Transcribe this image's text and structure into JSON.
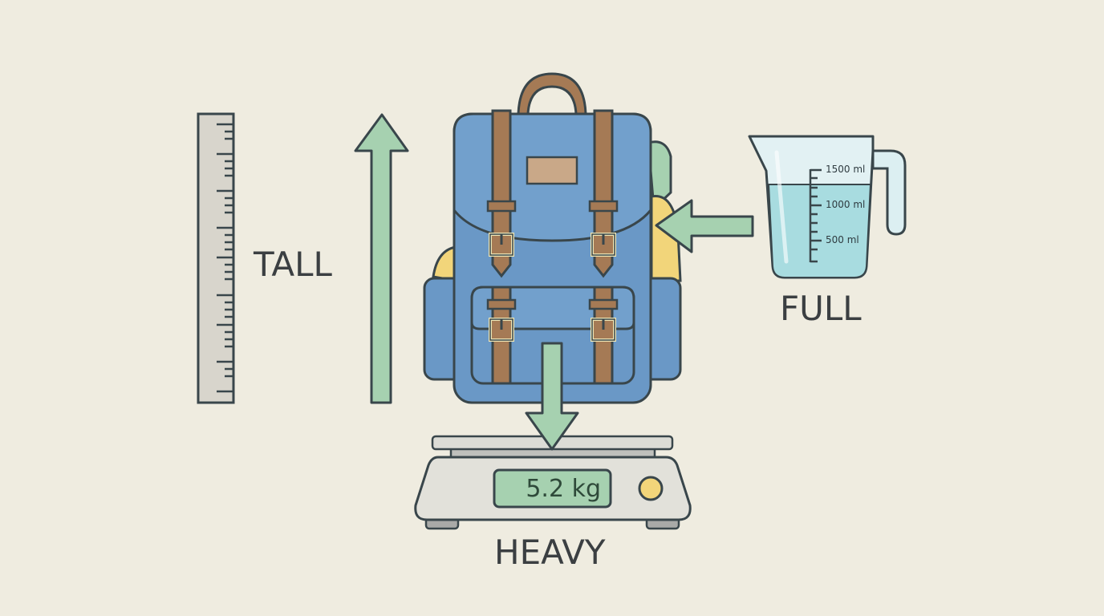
{
  "labels": {
    "tall": "TALL",
    "full": "FULL",
    "heavy": "HEAVY"
  },
  "scale": {
    "reading": "5.2 kg"
  },
  "measuring_cup": {
    "marks": [
      "1500 ml",
      "1000 ml",
      "500 ml"
    ]
  },
  "colors": {
    "background": "#efece0",
    "backpack_blue": "#6a98c6",
    "strap_brown": "#a57a55",
    "arrow_green": "#a6d1b0",
    "water": "#a8dce0",
    "outline": "#39464b",
    "yellow": "#f2d57a"
  },
  "icons": [
    "ruler-icon",
    "up-arrow-icon",
    "backpack-icon",
    "left-arrow-icon",
    "measuring-cup-icon",
    "down-arrow-icon",
    "scale-icon"
  ]
}
